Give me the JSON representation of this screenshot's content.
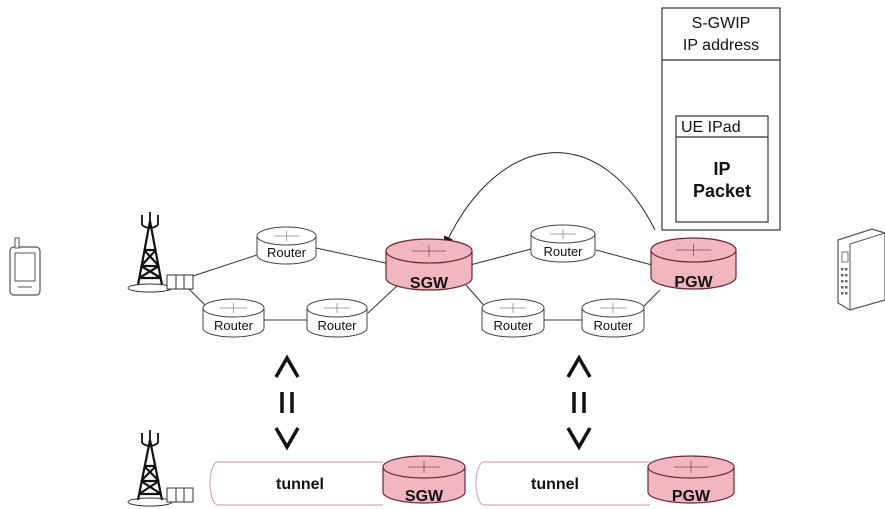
{
  "packet": {
    "outer_line1": "S-GWIP",
    "outer_line2": "IP address",
    "inner_header": "UE IPad",
    "inner_line1": "IP",
    "inner_line2": "Packet"
  },
  "routers": {
    "r1": "Router",
    "r2": "Router",
    "r3": "Router",
    "r4": "Router",
    "r5": "Router",
    "r6": "Router"
  },
  "gateways": {
    "sgw": "SGW",
    "pgw": "PGW",
    "sgw_tunnel": "SGW",
    "pgw_tunnel": "PGW"
  },
  "tunnels": {
    "t1": "tunnel",
    "t2": "tunnel"
  },
  "equivalence": {
    "symbol": "<=>"
  },
  "colors": {
    "gateway_fill": "#f2b6c1",
    "gateway_stroke": "#6a2a35",
    "router_stroke": "#444444",
    "tunnel_stroke": "#d9a8b2"
  },
  "icons": [
    "mobile-phone-icon",
    "cell-tower-icon",
    "server-icon"
  ]
}
